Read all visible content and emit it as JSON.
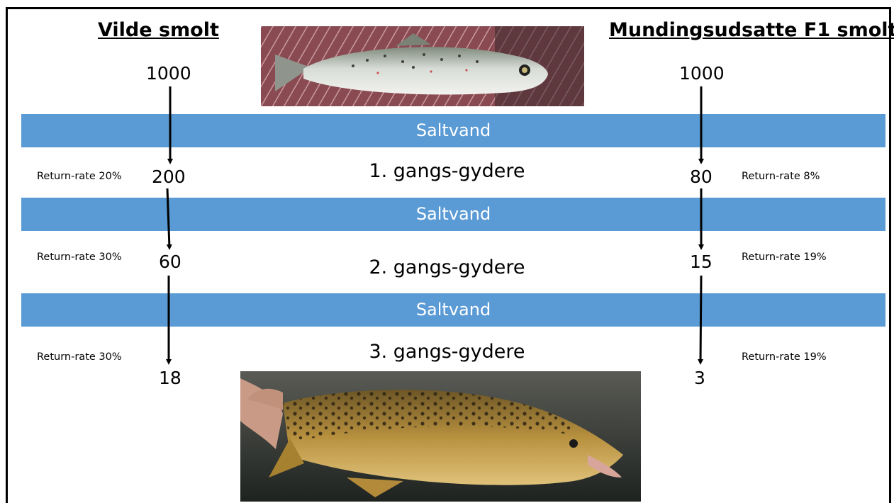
{
  "headings": {
    "left": "Vilde smolt",
    "right": "Mundingsudsatte F1 smolt"
  },
  "wild": {
    "start": "1000",
    "gen1": "200",
    "gen2": "60",
    "gen3": "18"
  },
  "f1": {
    "start": "1000",
    "gen1": "80",
    "gen2": "15",
    "gen3": "3"
  },
  "bands": [
    "Saltvand",
    "Saltvand",
    "Saltvand"
  ],
  "generations": [
    "1. gangs-gydere",
    "2. gangs-gydere",
    "3. gangs-gydere"
  ],
  "rates_left": [
    "Return-rate 20%",
    "Return-rate 30%",
    "Return-rate 30%"
  ],
  "rates_right": [
    "Return-rate 8%",
    "Return-rate 19%",
    "Return-rate 19%"
  ],
  "colors": {
    "band": "#5b9bd5",
    "band_text": "#ffffff"
  },
  "images": {
    "top": "smolt-photo",
    "bottom": "sea-trout-photo"
  }
}
